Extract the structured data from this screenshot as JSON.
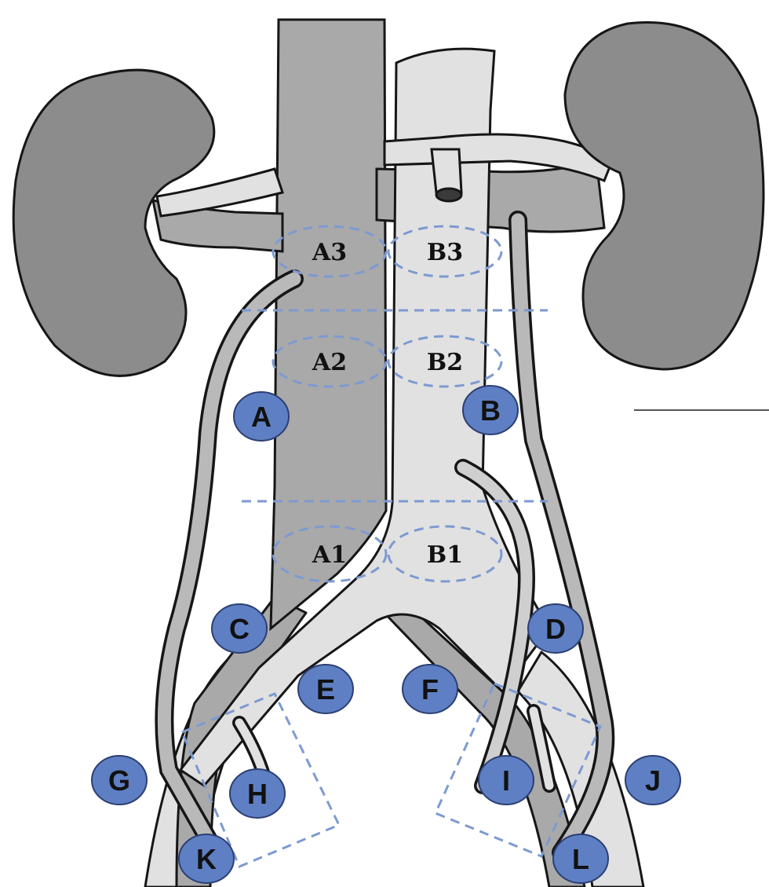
{
  "colors": {
    "kidney": "#8c8c8c",
    "outline": "#161616",
    "aorta_ivc_dark": "#a9a9a9",
    "vessel_light": "#e1e1e1",
    "ureter": "#b9b9b9",
    "badge_fill": "#5e7fc3",
    "badge_stroke": "#2c3f73",
    "dashed_line": "#7d9ad0"
  },
  "zones": {
    "a3": "A3",
    "b3": "B3",
    "a2": "A2",
    "b2": "B2",
    "a1": "A1",
    "b1": "B1"
  },
  "badges": {
    "a": "A",
    "b": "B",
    "c": "C",
    "d": "D",
    "e": "E",
    "f": "F",
    "g": "G",
    "h": "H",
    "i": "I",
    "j": "J",
    "k": "K",
    "l": "L"
  }
}
